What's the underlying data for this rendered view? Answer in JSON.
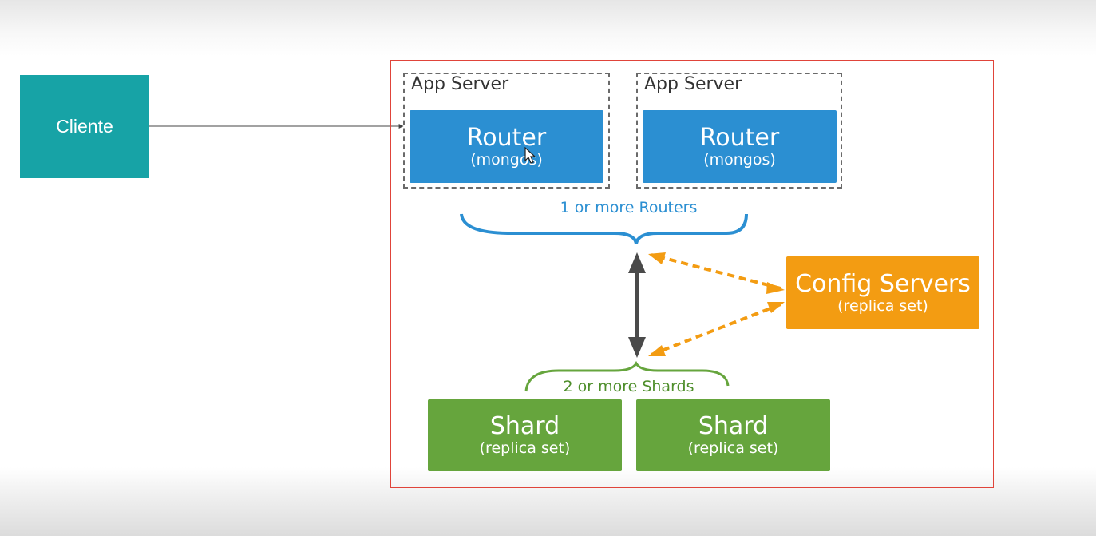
{
  "client": {
    "label": "Cliente"
  },
  "app_servers": [
    {
      "label": "App Server",
      "router_title": "Router",
      "router_subtitle": "(mongos)"
    },
    {
      "label": "App Server",
      "router_title": "Router",
      "router_subtitle": "(mongos)"
    }
  ],
  "routers_brace": {
    "label": "1 or more Routers"
  },
  "config_servers": {
    "title": "Config Servers",
    "subtitle": "(replica set)"
  },
  "shards_brace": {
    "label": "2 or more Shards"
  },
  "shards": [
    {
      "title": "Shard",
      "subtitle": "(replica set)"
    },
    {
      "title": "Shard",
      "subtitle": "(replica set)"
    }
  ],
  "colors": {
    "client": "#17a3a6",
    "router": "#2b8fd2",
    "config": "#f39c12",
    "shard": "#66a53d",
    "frame": "#e0443a",
    "routers_label": "#2b8fd2",
    "shards_label": "#4e8e2b"
  }
}
